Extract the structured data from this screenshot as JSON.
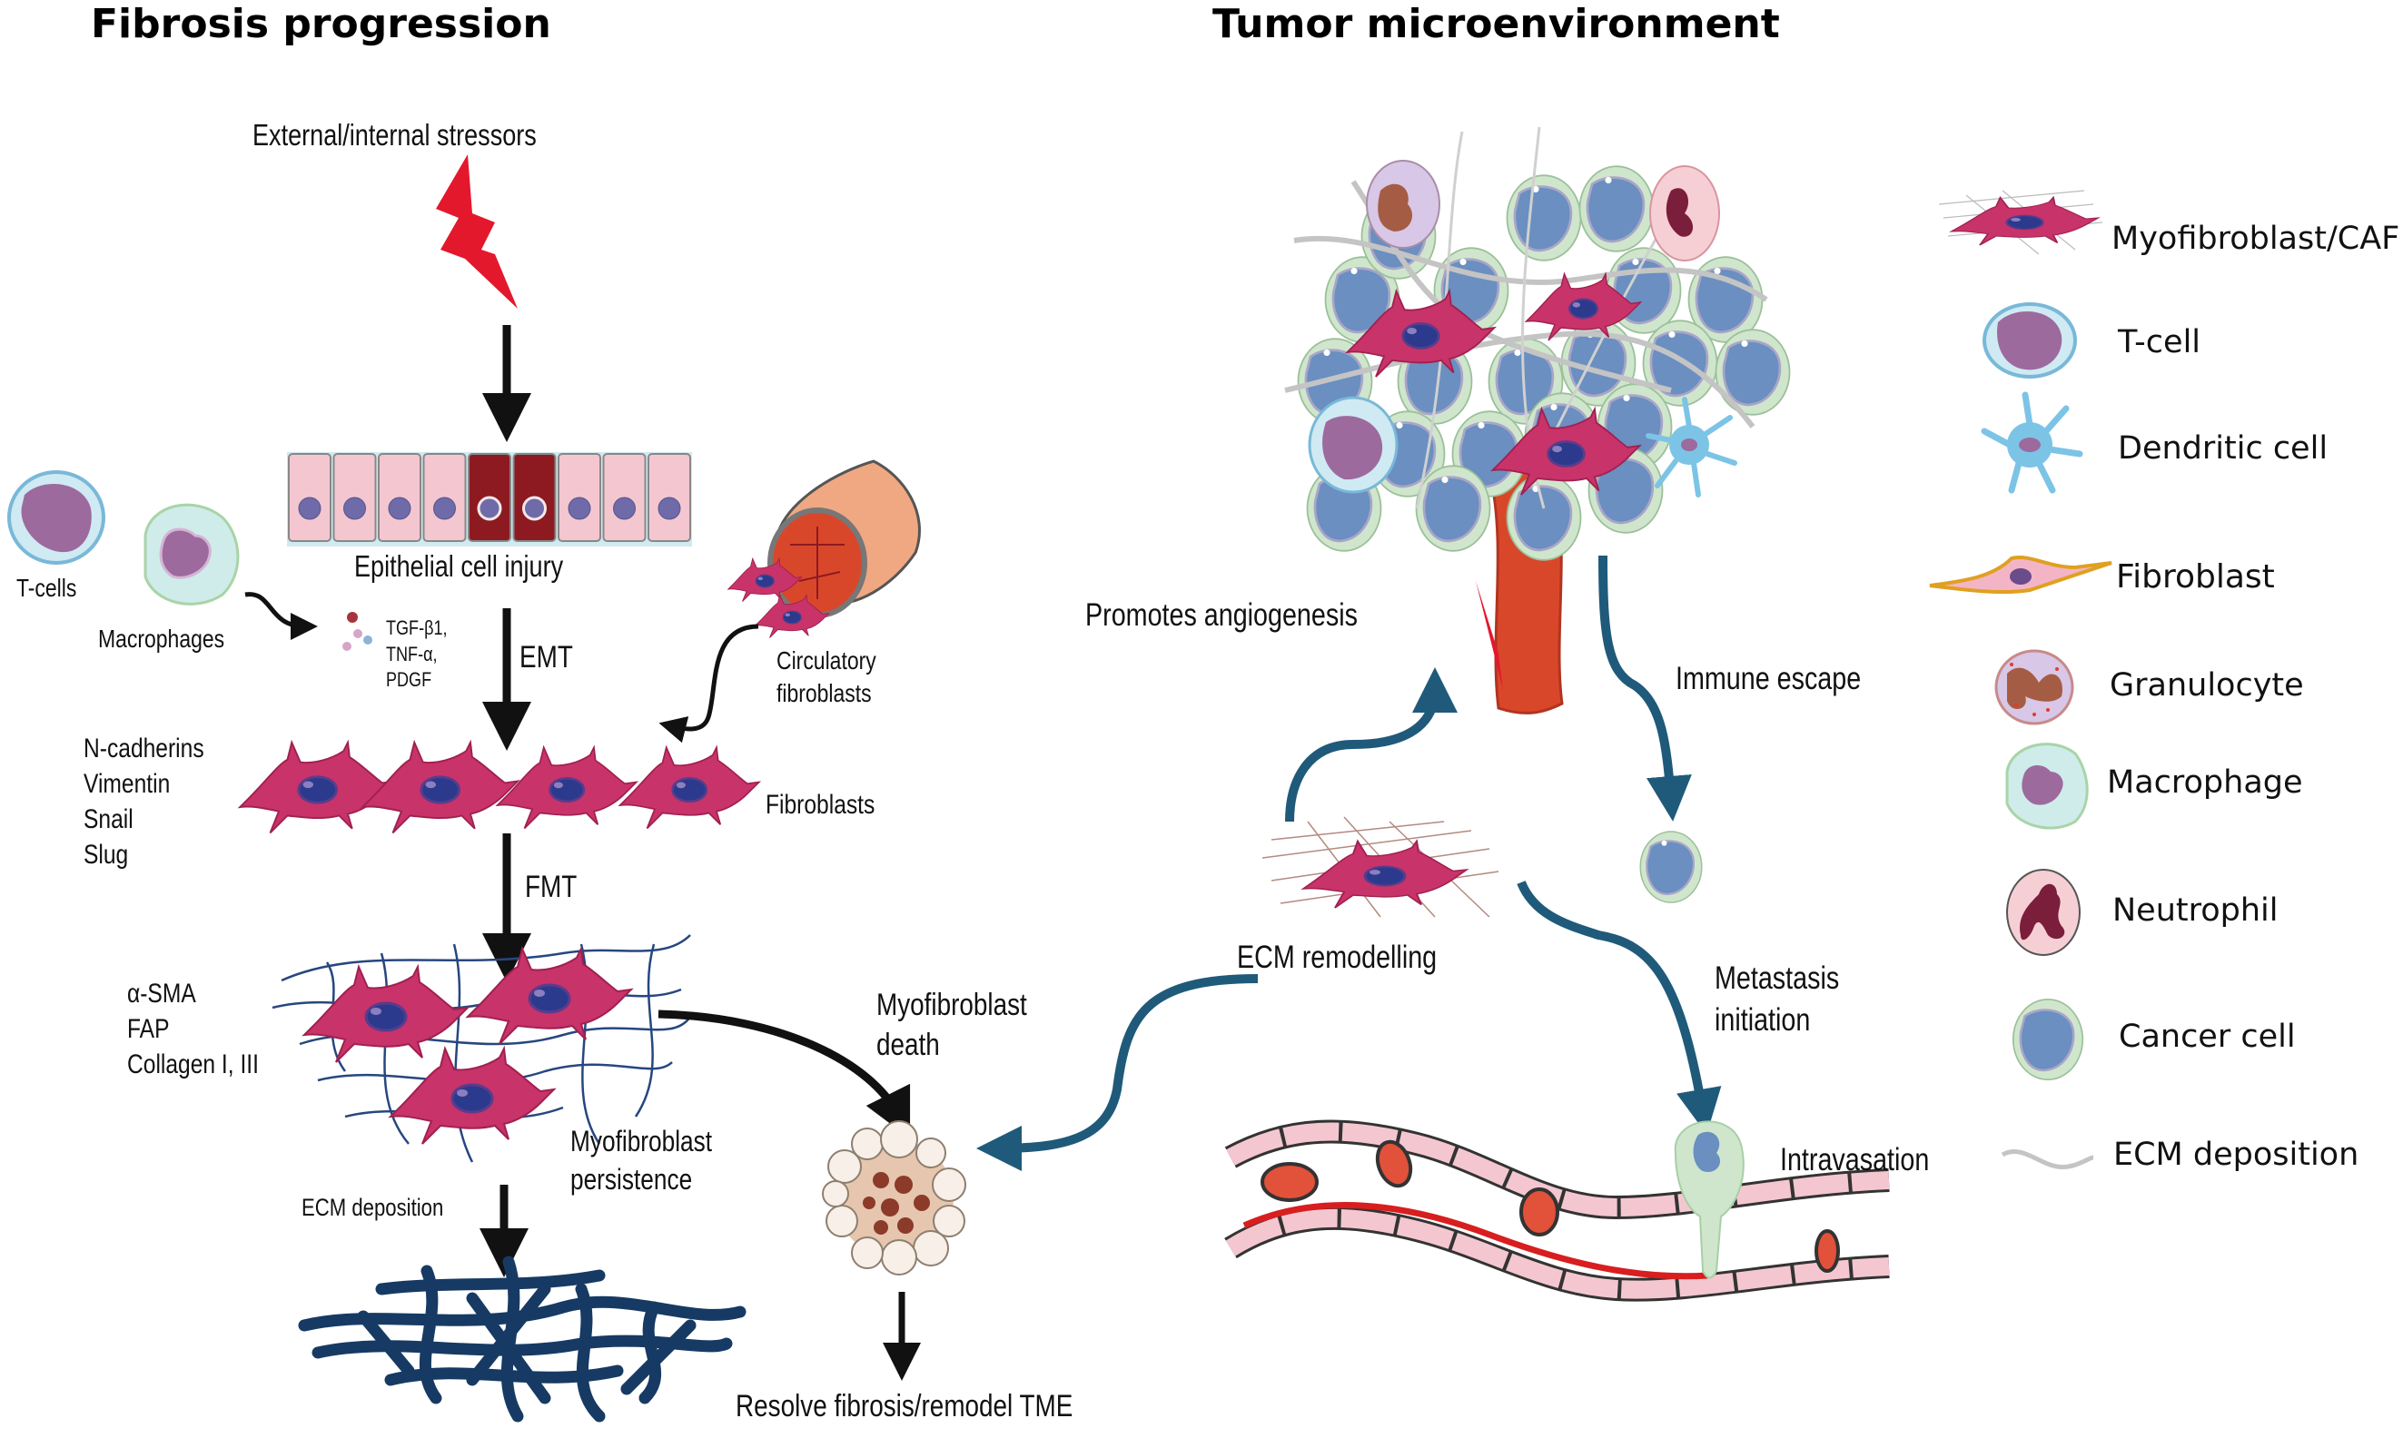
{
  "panels": {
    "left": {
      "title": "Fibrosis progression",
      "stressor_label": "External/internal stressors",
      "epithelial_label": "Epithelial cell injury",
      "tcells_label": "T-cells",
      "macrophages_label": "Macrophages",
      "cytokines": [
        "TGF-β1,",
        "TNF-α,",
        "PDGF"
      ],
      "emt_label": "EMT",
      "circulatory_label": [
        "Circulatory",
        "fibroblasts"
      ],
      "fibroblast_markers": [
        "N-cadherins",
        "Vimentin",
        "Snail",
        "Slug"
      ],
      "fibroblasts_label": "Fibroblasts",
      "fmt_label": "FMT",
      "myofibroblast_markers": [
        "α-SMA",
        "FAP",
        "Collagen I, III"
      ],
      "persistence_label": [
        "Myofibroblast",
        "persistence"
      ],
      "ecm_deposition_label": "ECM deposition",
      "death_label": [
        "Myofibroblast",
        "death"
      ],
      "resolve_label": "Resolve fibrosis/remodel TME"
    },
    "right": {
      "title": "Tumor microenvironment",
      "angiogenesis_label": "Promotes angiogenesis",
      "immune_escape_label": "Immune escape",
      "ecm_remodelling_label": "ECM remodelling",
      "metastasis_label": [
        "Metastasis",
        "initiation"
      ],
      "intravasation_label": "Intravasation"
    }
  },
  "legend": [
    {
      "icon": "myofibroblast-caf-icon",
      "label": "Myofibroblast/CAF"
    },
    {
      "icon": "t-cell-icon",
      "label": "T-cell"
    },
    {
      "icon": "dendritic-cell-icon",
      "label": "Dendritic cell"
    },
    {
      "icon": "fibroblast-icon",
      "label": "Fibroblast"
    },
    {
      "icon": "granulocyte-icon",
      "label": "Granulocyte"
    },
    {
      "icon": "macrophage-icon",
      "label": "Macrophage"
    },
    {
      "icon": "neutrophil-icon",
      "label": "Neutrophil"
    },
    {
      "icon": "cancer-cell-icon",
      "label": "Cancer cell"
    },
    {
      "icon": "ecm-fiber-icon",
      "label": "ECM deposition"
    }
  ],
  "colors": {
    "arrow_black": "#111111",
    "arrow_blue": "#1f5a7a",
    "stressor_red": "#e3182d",
    "myofibroblast_pink": "#c8336a",
    "nucleus_blue": "#2b3a8c",
    "collagen_blue": "#26477f",
    "ecm_navy": "#163a63",
    "cancer_green": "#cfe6cc",
    "cancer_nucleus": "#6a8fc0",
    "vessel_red": "#d9472b",
    "epithelium_pink": "#f4c7d0",
    "epithelium_injured": "#8c1a20"
  }
}
